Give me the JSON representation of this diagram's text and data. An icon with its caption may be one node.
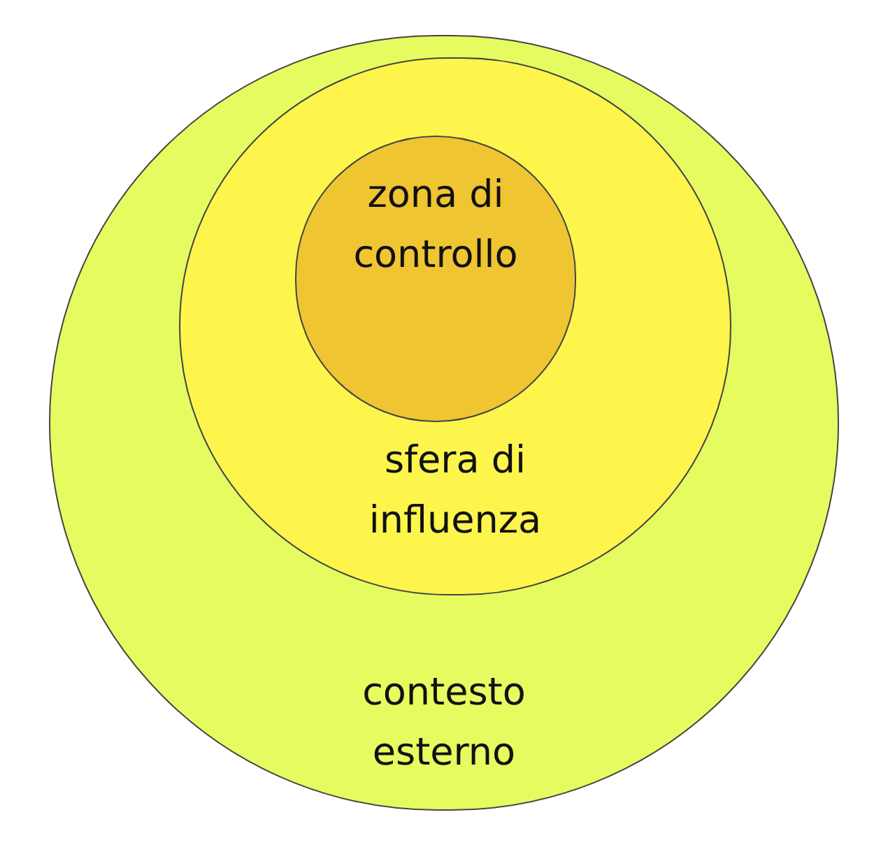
{
  "diagram": {
    "nodes": [
      {
        "text": [
          "contesto esterno"
        ]
      },
      {
        "text": [
          "sfera di influenza"
        ],
        "in": 0
      },
      {
        "text": [
          "zona di controllo"
        ],
        "in": 1
      }
    ]
  }
}
